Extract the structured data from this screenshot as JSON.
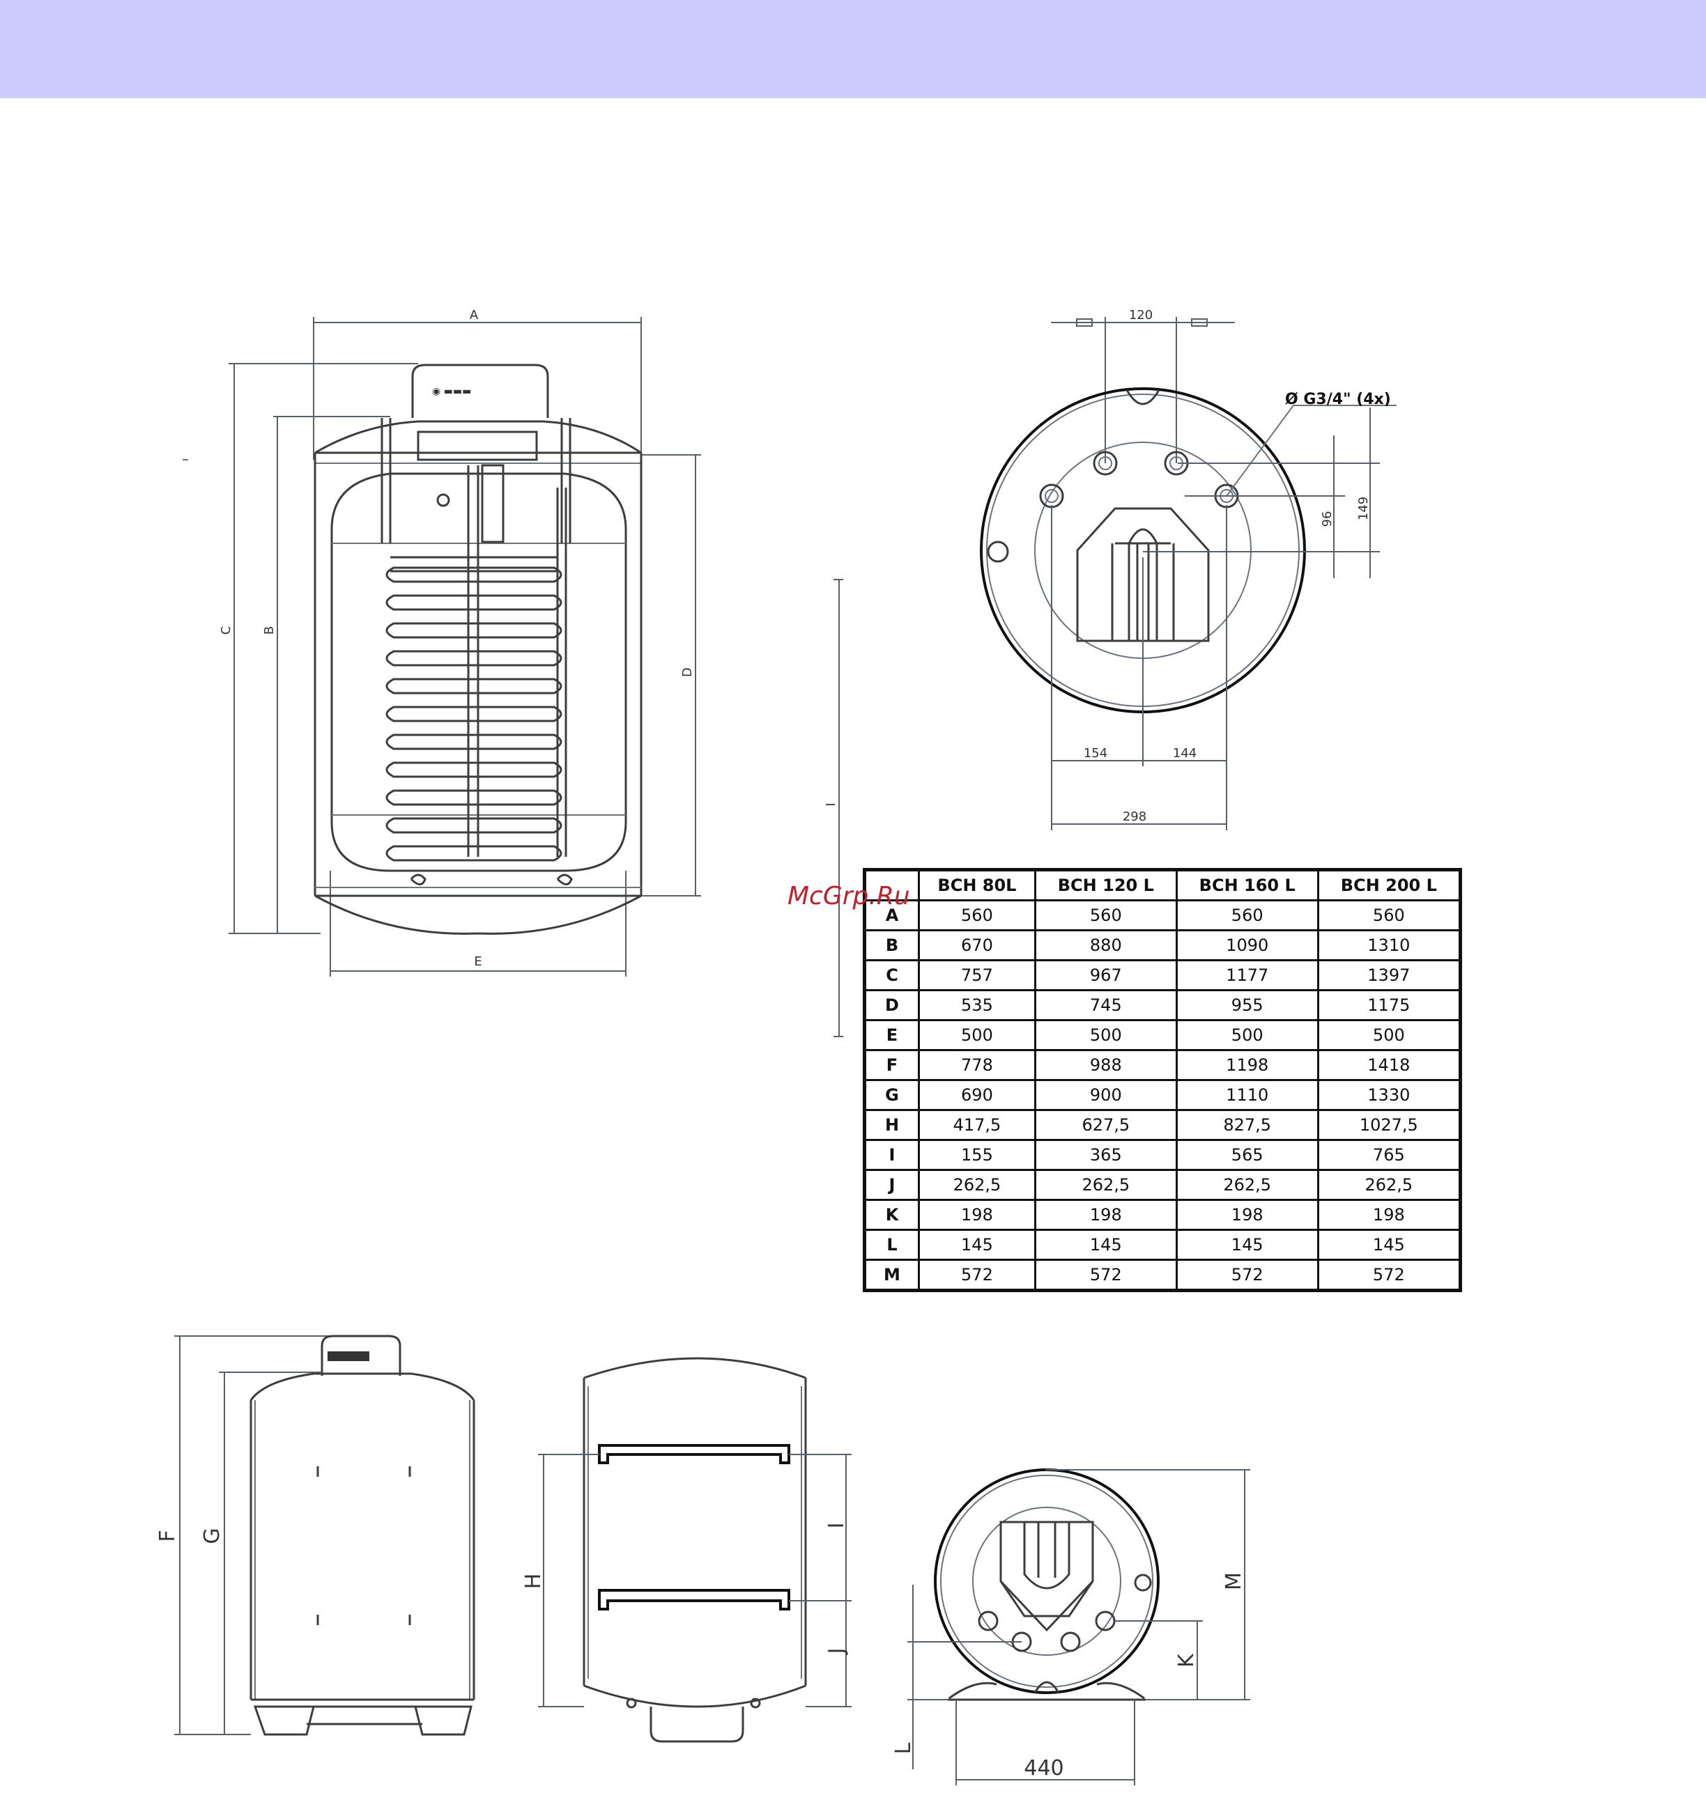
{
  "watermark": "McGrp.Ru",
  "top_view": {
    "dims": {
      "width": "120",
      "left_offset": "154",
      "right_offset": "144",
      "total": "298",
      "h1": "96",
      "h2": "149"
    },
    "callout": "Ø G3/4\" (4x)"
  },
  "front_view": {
    "dims": {
      "a": "A",
      "b": "B",
      "c": "C",
      "d": "D",
      "e": "E"
    }
  },
  "right_side": {
    "dims": {
      "i": "I"
    }
  },
  "bottom_views": {
    "dims": {
      "f": "F",
      "g": "G",
      "h": "H",
      "i": "I",
      "j": "J",
      "k": "K",
      "l": "L",
      "m": "M",
      "width": "440"
    }
  },
  "table": {
    "headers": [
      "",
      "BCH 80L",
      "BCH 120 L",
      "BCH 160 L",
      "BCH 200 L"
    ],
    "rows": [
      {
        "label": "A",
        "values": [
          "560",
          "560",
          "560",
          "560"
        ]
      },
      {
        "label": "B",
        "values": [
          "670",
          "880",
          "1090",
          "1310"
        ]
      },
      {
        "label": "C",
        "values": [
          "757",
          "967",
          "1177",
          "1397"
        ]
      },
      {
        "label": "D",
        "values": [
          "535",
          "745",
          "955",
          "1175"
        ]
      },
      {
        "label": "E",
        "values": [
          "500",
          "500",
          "500",
          "500"
        ]
      },
      {
        "label": "F",
        "values": [
          "778",
          "988",
          "1198",
          "1418"
        ]
      },
      {
        "label": "G",
        "values": [
          "690",
          "900",
          "1110",
          "1330"
        ]
      },
      {
        "label": "H",
        "values": [
          "417,5",
          "627,5",
          "827,5",
          "1027,5"
        ]
      },
      {
        "label": "I",
        "values": [
          "155",
          "365",
          "565",
          "765"
        ]
      },
      {
        "label": "J",
        "values": [
          "262,5",
          "262,5",
          "262,5",
          "262,5"
        ]
      },
      {
        "label": "K",
        "values": [
          "198",
          "198",
          "198",
          "198"
        ]
      },
      {
        "label": "L",
        "values": [
          "145",
          "145",
          "145",
          "145"
        ]
      },
      {
        "label": "M",
        "values": [
          "572",
          "572",
          "572",
          "572"
        ]
      }
    ]
  }
}
